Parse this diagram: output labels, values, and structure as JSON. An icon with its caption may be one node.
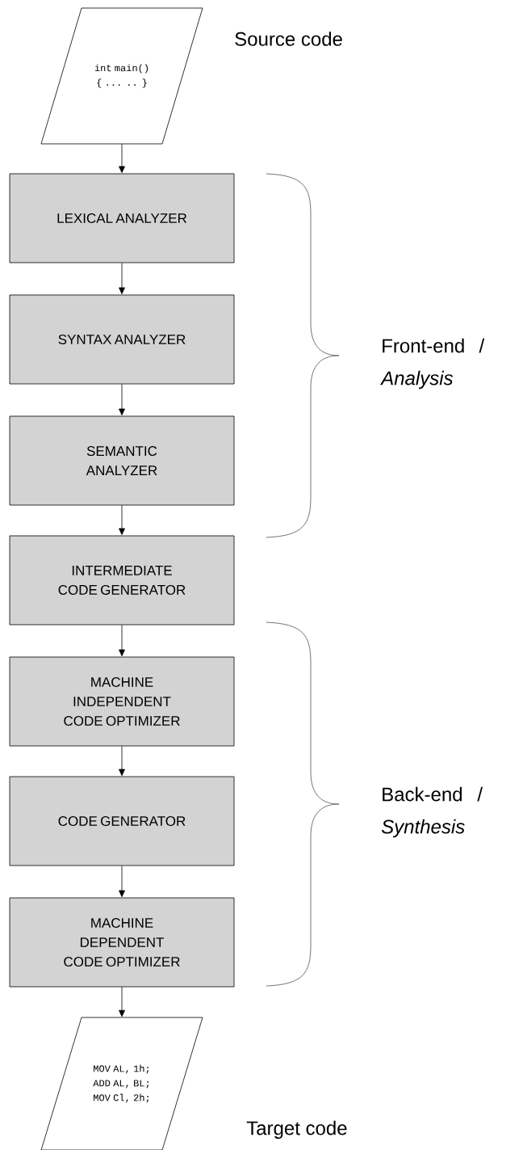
{
  "diagram": {
    "nodes": [
      {
        "text": [
          "int main() { ... .. }"
        ],
        "beside": [
          "Source code"
        ]
      },
      {
        "text": [
          "LEXICAL ANALYZER"
        ]
      },
      {
        "text": [
          "SYNTAX ANALYZER"
        ]
      },
      {
        "text": [
          "SEMANTIC ANALYZER"
        ]
      },
      {
        "text": [
          "INTERMEDIATE CODE GENERATOR"
        ]
      },
      {
        "text": [
          "MACHINE INDEPENDENT CODE OPTIMIZER"
        ]
      },
      {
        "text": [
          "CODE GENERATOR"
        ]
      },
      {
        "text": [
          "MACHINE DEPENDENT CODE OPTIMIZER"
        ]
      },
      {
        "text": [
          "MOV AL, 1h; ADD AL, BL; MOV Cl, 2h;"
        ],
        "beside": [
          "Target code"
        ]
      }
    ],
    "edges": [
      {
        "from": 0,
        "to": 1,
        "arrow": "to"
      },
      {
        "from": 1,
        "to": 2,
        "arrow": "to"
      },
      {
        "from": 2,
        "to": 3,
        "arrow": "to"
      },
      {
        "from": 3,
        "to": 4,
        "arrow": "to"
      },
      {
        "from": 4,
        "to": 5,
        "arrow": "to"
      },
      {
        "from": 5,
        "to": 6,
        "arrow": "to"
      },
      {
        "from": 6,
        "to": 7,
        "arrow": "to"
      },
      {
        "from": 7,
        "to": 8,
        "arrow": "to"
      }
    ],
    "labels": [
      "Front-end / *Analysis*",
      "Back-end / *Synthesis*"
    ]
  }
}
